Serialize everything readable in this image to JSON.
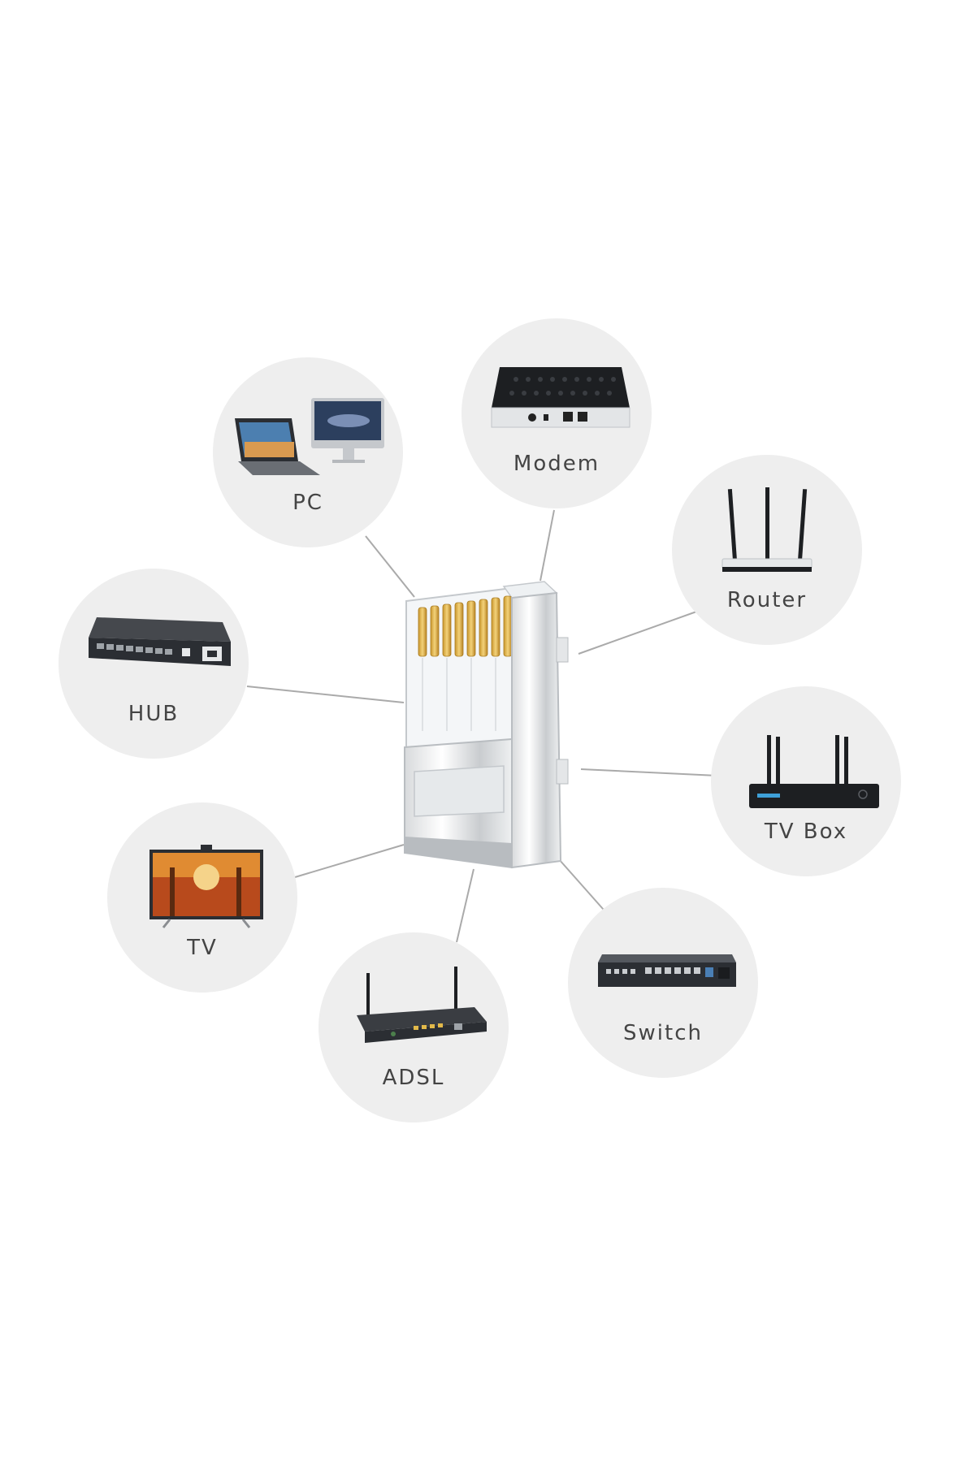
{
  "devices": {
    "pc": {
      "label": "PC"
    },
    "modem": {
      "label": "Modem"
    },
    "router": {
      "label": "Router"
    },
    "hub": {
      "label": "HUB"
    },
    "tv_box": {
      "label": "TV Box"
    },
    "tv": {
      "label": "TV"
    },
    "switch": {
      "label": "Switch"
    },
    "adsl": {
      "label": "ADSL"
    }
  },
  "colors": {
    "bubble": "#eeeeee",
    "line": "#aaaaaa",
    "gold": "#e2b94a",
    "device_dark": "#2b2e33"
  }
}
